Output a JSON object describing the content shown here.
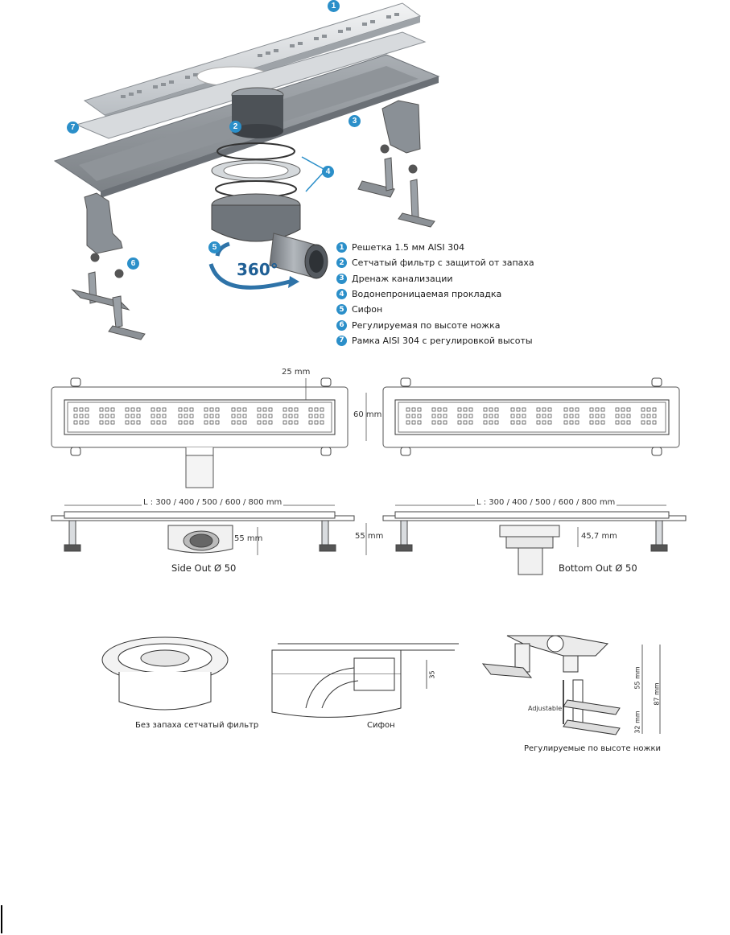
{
  "callouts": {
    "c1": "1",
    "c2": "2",
    "c3": "3",
    "c4": "4",
    "c5": "5",
    "c6": "6",
    "c7": "7"
  },
  "rotation_label": "360°",
  "legend": [
    {
      "num": "1",
      "text": "Решетка 1.5 мм AISI 304"
    },
    {
      "num": "2",
      "text": "Сетчатый фильтр с защитой от запаха"
    },
    {
      "num": "3",
      "text": "Дренаж канализации"
    },
    {
      "num": "4",
      "text": "Водонепроницаемая прокладка"
    },
    {
      "num": "5",
      "text": "Сифон"
    },
    {
      "num": "6",
      "text": "Регулируемая по высоте ножка"
    },
    {
      "num": "7",
      "text": "Рамка AISI 304 с регулировкой высоты"
    }
  ],
  "top_view": {
    "dim_25": "25 mm",
    "dim_60": "60 mm"
  },
  "side_view": {
    "length_left": "L : 300 / 400 / 500 / 600 / 800 mm",
    "length_right": "L : 300 / 400 / 500 / 600 / 800 mm",
    "dim_55_left": "55 mm",
    "dim_55_mid": "55 mm",
    "dim_457": "45,7 mm",
    "caption_side": "Side Out Ø 50",
    "caption_bottom": "Bottom Out Ø 50"
  },
  "details": {
    "filter_caption": "Без запаха сетчатый фильтр",
    "siphon_caption": "Сифон",
    "siphon_dim": "35",
    "legs_caption": "Регулируемые по высоте ножки",
    "adjustable": "Adjustable",
    "dim_55": "55 mm",
    "dim_87": "87 mm",
    "dim_32": "32 mm"
  },
  "colors": {
    "accent": "#2b8fc9",
    "steel": "#c9cdd1",
    "dark": "#5b6066"
  }
}
